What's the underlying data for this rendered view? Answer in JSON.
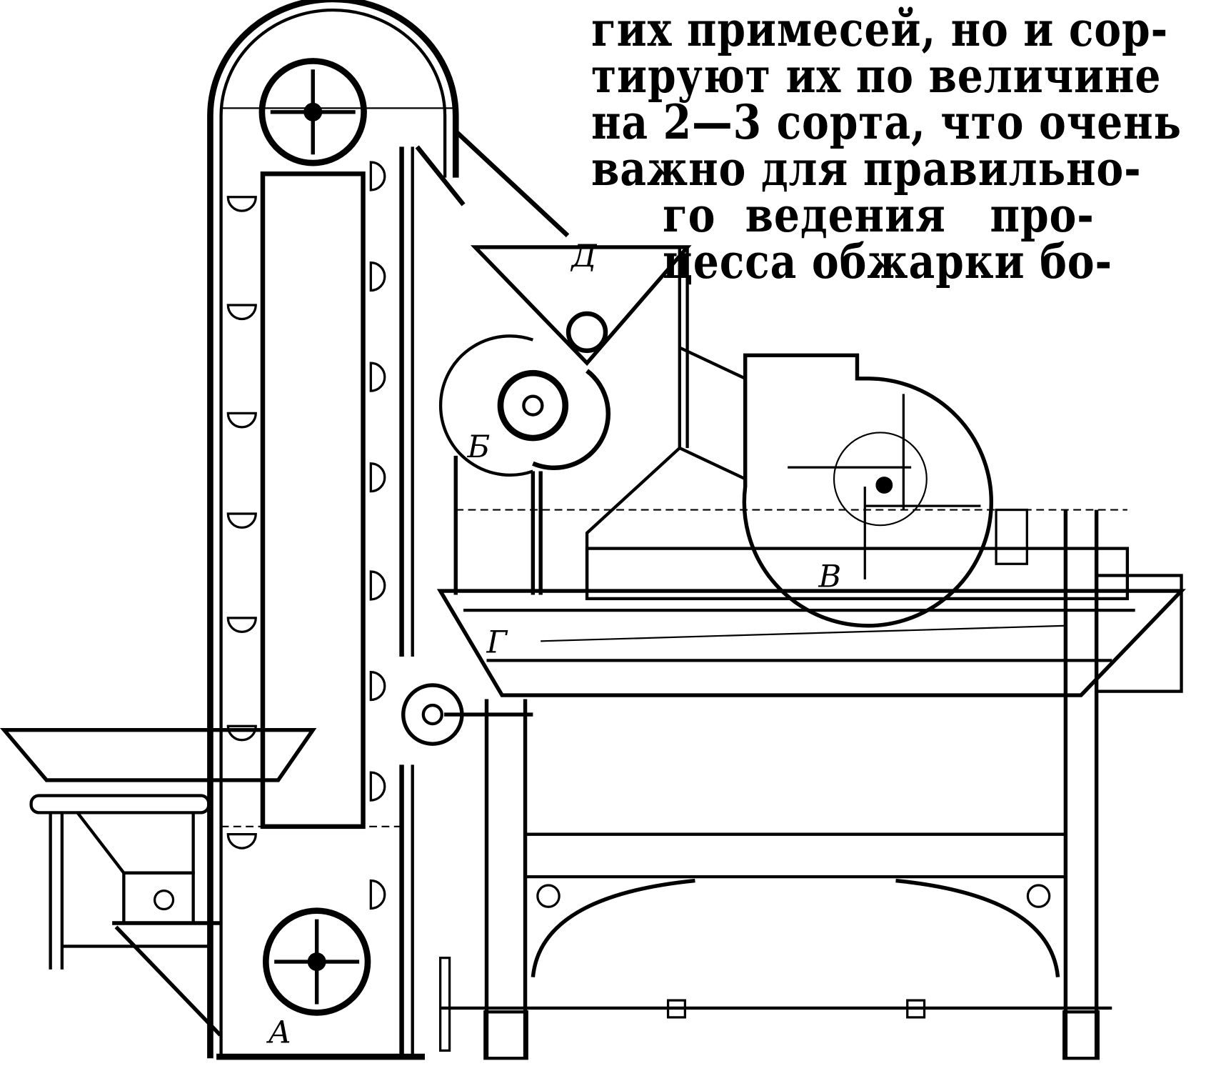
{
  "text_lines": [
    "гих примесей, но и сор-",
    "тируют их по величине",
    "на 2—3 сорта, что очень",
    "важно для правильно-",
    "го  ведения   про-",
    "цесса обжарки бо-"
  ],
  "figure_labels": {
    "d": "Д",
    "b": "Б",
    "v": "В",
    "g": "Г",
    "a": "А"
  }
}
